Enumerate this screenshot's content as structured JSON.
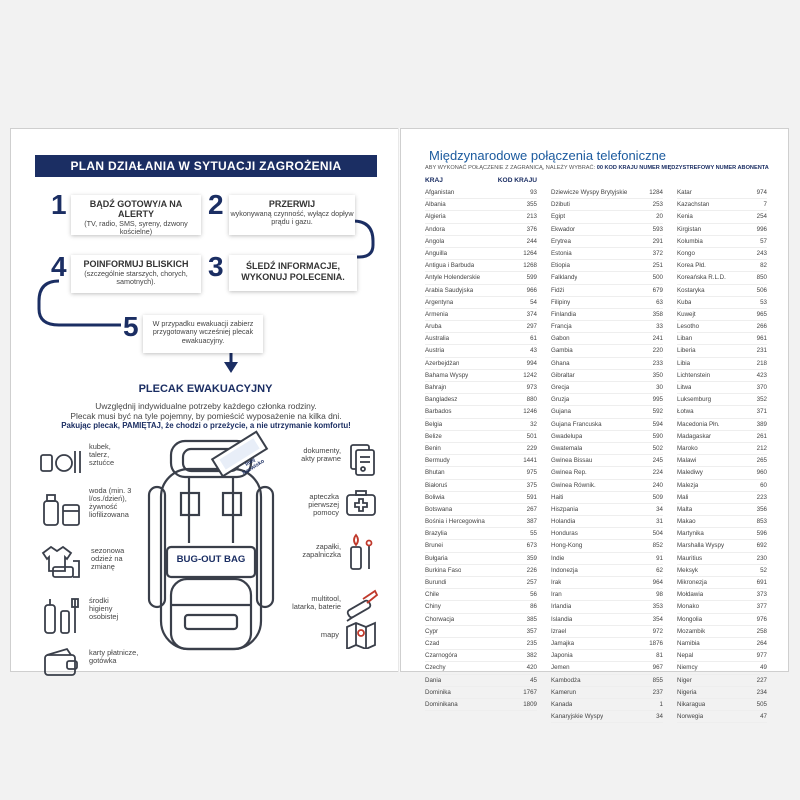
{
  "left": {
    "banner": "PLAN DZIAŁANIA W SYTUACJI ZAGROŻENIA",
    "steps": [
      {
        "num": "1",
        "title": "BĄDŹ GOTOWY/A NA ALERTY",
        "text": "(TV, radio, SMS, syreny, dzwony kościelne)"
      },
      {
        "num": "2",
        "title": "PRZERWIJ",
        "text": "wykonywaną czynność, wyłącz dopływ prądu i gazu."
      },
      {
        "num": "3",
        "title": "ŚLEDŹ INFORMACJE, WYKONUJ POLECENIA.",
        "text": ""
      },
      {
        "num": "4",
        "title": "POINFORMUJ BLISKICH",
        "text": "(szczególnie starszych, chorych, samotnych)."
      },
      {
        "num": "5",
        "title": "",
        "text": "W przypadku ewakuacji zabierz przygotowany wcześniej plecak ewakuacyjny."
      }
    ],
    "section_title": "PLECAK EWAKUACYJNY",
    "intro_line1": "Uwzględnij indywidualne potrzeby każdego członka rodziny.",
    "intro_line2": "Plecak musi być na tyle pojemny, by pomieścić wyposażenie na kilka dni.",
    "intro_bold": "Pakując plecak, PAMIĘTAJ, że chodzi o przeżycie, a nie utrzymanie komfortu!",
    "backpack_label": "BUG-OUT BAG",
    "tag_label": "Imię Nazwisko",
    "items_left": [
      {
        "label": "kubek, talerz, sztućce",
        "icon": "cutlery-icon"
      },
      {
        "label": "woda (min. 3 l/os./dzień), żywność liofilizowana",
        "icon": "water-food-icon"
      },
      {
        "label": "sezonowa odzież na zmianę",
        "icon": "clothes-icon"
      },
      {
        "label": "środki higieny osobistej",
        "icon": "hygiene-icon"
      },
      {
        "label": "karty płatnicze, gotówka",
        "icon": "wallet-icon"
      }
    ],
    "items_right": [
      {
        "label": "dokumenty, akty prawne",
        "icon": "documents-icon"
      },
      {
        "label": "apteczka pierwszej pomocy",
        "icon": "first-aid-icon"
      },
      {
        "label": "zapałki, zapalniczka",
        "icon": "matches-icon"
      },
      {
        "label": "multitool, latarka, baterie",
        "icon": "multitool-icon"
      },
      {
        "label": "mapy",
        "icon": "map-icon"
      }
    ]
  },
  "right": {
    "title": "Międzynarodowe połączenia telefoniczne",
    "subtitle_plain": "ABY WYKONAĆ POŁĄCZENIE Z ZAGRANICĄ, NALEŻY WYBRAĆ:",
    "subtitle_bold": "00 KOD KRAJU NUMER MIĘDZYSTREFOWY NUMER ABONENTA",
    "header_country": "KRAJ",
    "header_code": "KOD KRAJU",
    "columns": [
      [
        [
          "Afganistan",
          "93"
        ],
        [
          "Albania",
          "355"
        ],
        [
          "Algieria",
          "213"
        ],
        [
          "Andora",
          "376"
        ],
        [
          "Angola",
          "244"
        ],
        [
          "Anguilla",
          "1264"
        ],
        [
          "Antigua i Barbuda",
          "1268"
        ],
        [
          "Antyle Holenderskie",
          "599"
        ],
        [
          "Arabia Saudyjska",
          "966"
        ],
        [
          "Argentyna",
          "54"
        ],
        [
          "Armenia",
          "374"
        ],
        [
          "Aruba",
          "297"
        ],
        [
          "Australia",
          "61"
        ],
        [
          "Austria",
          "43"
        ],
        [
          "Azerbejdżan",
          "994"
        ],
        [
          "Bahama Wyspy",
          "1242"
        ],
        [
          "Bahrajn",
          "973"
        ],
        [
          "Bangladesz",
          "880"
        ],
        [
          "Barbados",
          "1246"
        ],
        [
          "Belgia",
          "32"
        ],
        [
          "Belize",
          "501"
        ],
        [
          "Benin",
          "229"
        ],
        [
          "Bermudy",
          "1441"
        ],
        [
          "Bhutan",
          "975"
        ],
        [
          "Białoruś",
          "375"
        ],
        [
          "Boliwia",
          "591"
        ],
        [
          "Botswana",
          "267"
        ],
        [
          "Bośnia i Hercegowina",
          "387"
        ],
        [
          "Brazylia",
          "55"
        ],
        [
          "Brunei",
          "673"
        ],
        [
          "Bułgaria",
          "359"
        ],
        [
          "Burkina Faso",
          "226"
        ],
        [
          "Burundi",
          "257"
        ],
        [
          "Chile",
          "56"
        ],
        [
          "Chiny",
          "86"
        ],
        [
          "Chorwacja",
          "385"
        ],
        [
          "Cypr",
          "357"
        ],
        [
          "Czad",
          "235"
        ],
        [
          "Czarnogóra",
          "382"
        ],
        [
          "Czechy",
          "420"
        ],
        [
          "Dania",
          "45"
        ],
        [
          "Dominika",
          "1767"
        ],
        [
          "Dominikana",
          "1809"
        ]
      ],
      [
        [
          "Dziewicze Wyspy Brytyjskie",
          "1284"
        ],
        [
          "Dżibuti",
          "253"
        ],
        [
          "Egipt",
          "20"
        ],
        [
          "Ekwador",
          "593"
        ],
        [
          "Erytrea",
          "291"
        ],
        [
          "Estonia",
          "372"
        ],
        [
          "Etiopia",
          "251"
        ],
        [
          "Falklandy",
          "500"
        ],
        [
          "Fidżi",
          "679"
        ],
        [
          "Filipiny",
          "63"
        ],
        [
          "Finlandia",
          "358"
        ],
        [
          "Francja",
          "33"
        ],
        [
          "Gabon",
          "241"
        ],
        [
          "Gambia",
          "220"
        ],
        [
          "Ghana",
          "233"
        ],
        [
          "Gibraltar",
          "350"
        ],
        [
          "Grecja",
          "30"
        ],
        [
          "Gruzja",
          "995"
        ],
        [
          "Gujana",
          "592"
        ],
        [
          "Gujana Francuska",
          "594"
        ],
        [
          "Gwadelupa",
          "590"
        ],
        [
          "Gwatemala",
          "502"
        ],
        [
          "Gwinea Bissau",
          "245"
        ],
        [
          "Gwinea Rep.",
          "224"
        ],
        [
          "Gwinea Równik.",
          "240"
        ],
        [
          "Haiti",
          "509"
        ],
        [
          "Hiszpania",
          "34"
        ],
        [
          "Holandia",
          "31"
        ],
        [
          "Honduras",
          "504"
        ],
        [
          "Hong-Kong",
          "852"
        ],
        [
          "Indie",
          "91"
        ],
        [
          "Indonezja",
          "62"
        ],
        [
          "Irak",
          "964"
        ],
        [
          "Iran",
          "98"
        ],
        [
          "Irlandia",
          "353"
        ],
        [
          "Islandia",
          "354"
        ],
        [
          "Izrael",
          "972"
        ],
        [
          "Jamajka",
          "1876"
        ],
        [
          "Japonia",
          "81"
        ],
        [
          "Jemen",
          "967"
        ],
        [
          "Kambodża",
          "855"
        ],
        [
          "Kamerun",
          "237"
        ],
        [
          "Kanada",
          "1"
        ],
        [
          "Kanaryjskie Wyspy",
          "34"
        ]
      ],
      [
        [
          "Katar",
          "974"
        ],
        [
          "Kazachstan",
          "7"
        ],
        [
          "Kenia",
          "254"
        ],
        [
          "Kirgistan",
          "996"
        ],
        [
          "Kolumbia",
          "57"
        ],
        [
          "Kongo",
          "243"
        ],
        [
          "Korea Płd.",
          "82"
        ],
        [
          "Koreańska R.L.D.",
          "850"
        ],
        [
          "Kostaryka",
          "506"
        ],
        [
          "Kuba",
          "53"
        ],
        [
          "Kuwejt",
          "965"
        ],
        [
          "Lesotho",
          "266"
        ],
        [
          "Liban",
          "961"
        ],
        [
          "Liberia",
          "231"
        ],
        [
          "Libia",
          "218"
        ],
        [
          "Lichtenstein",
          "423"
        ],
        [
          "Litwa",
          "370"
        ],
        [
          "Luksemburg",
          "352"
        ],
        [
          "Łotwa",
          "371"
        ],
        [
          "Macedonia Płn.",
          "389"
        ],
        [
          "Madagaskar",
          "261"
        ],
        [
          "Maroko",
          "212"
        ],
        [
          "Malawi",
          "265"
        ],
        [
          "Malediwy",
          "960"
        ],
        [
          "Malezja",
          "60"
        ],
        [
          "Mali",
          "223"
        ],
        [
          "Malta",
          "356"
        ],
        [
          "Makao",
          "853"
        ],
        [
          "Martynika",
          "596"
        ],
        [
          "Marshalla Wyspy",
          "692"
        ],
        [
          "Mauritius",
          "230"
        ],
        [
          "Meksyk",
          "52"
        ],
        [
          "Mikronezja",
          "691"
        ],
        [
          "Mołdawia",
          "373"
        ],
        [
          "Monako",
          "377"
        ],
        [
          "Mongolia",
          "976"
        ],
        [
          "Mozambik",
          "258"
        ],
        [
          "Namibia",
          "264"
        ],
        [
          "Nepal",
          "977"
        ],
        [
          "Niemcy",
          "49"
        ],
        [
          "Niger",
          "227"
        ],
        [
          "Nigeria",
          "234"
        ],
        [
          "Nikaragua",
          "505"
        ],
        [
          "Norwegia",
          "47"
        ]
      ]
    ]
  }
}
